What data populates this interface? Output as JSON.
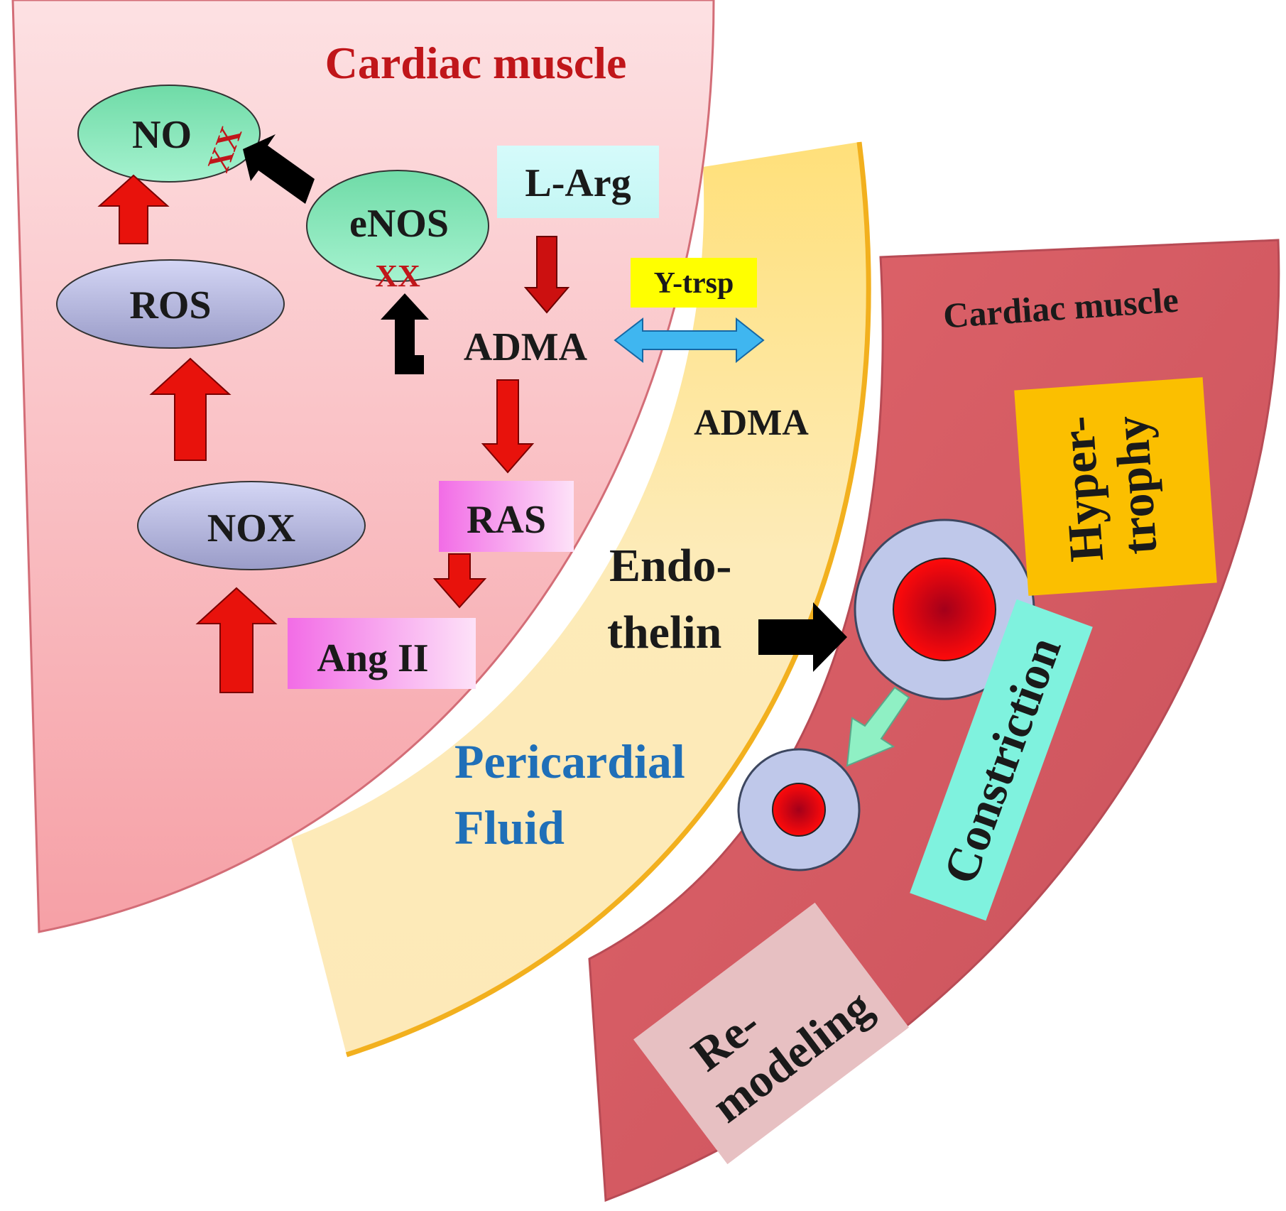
{
  "colors": {
    "inner_muscle_label": "#c0161a",
    "outer_muscle_label": "#1a1a1a",
    "fluid_label": "#1f6fb8",
    "stimulatory_arrow": "#e8120c",
    "black_arrow": "#000000",
    "transport_arrow": "#3fb6f0",
    "green_arrow": "#8ff0c4"
  },
  "regions": {
    "inner_muscle": "Cardiac muscle",
    "fluid_line1": "Pericardial",
    "fluid_line2": "Fluid",
    "outer_muscle": "Cardiac muscle"
  },
  "nodes": {
    "no": "NO",
    "enos": "eNOS",
    "ros": "ROS",
    "nox": "NOX",
    "larg": "L-Arg",
    "adma_inner": "ADMA",
    "ras": "RAS",
    "angii": "Ang II",
    "ytrsp": "Y-trsp",
    "adma_fluid": "ADMA",
    "endothelin_line1": "Endo-",
    "endothelin_line2": "thelin",
    "inhibit_mark": "XX"
  },
  "effects": {
    "hypertrophy_line1": "Hyper-",
    "hypertrophy_line2": "trophy",
    "constriction": "Constriction",
    "remodeling_line1": "Re-",
    "remodeling_line2": "modeling"
  }
}
